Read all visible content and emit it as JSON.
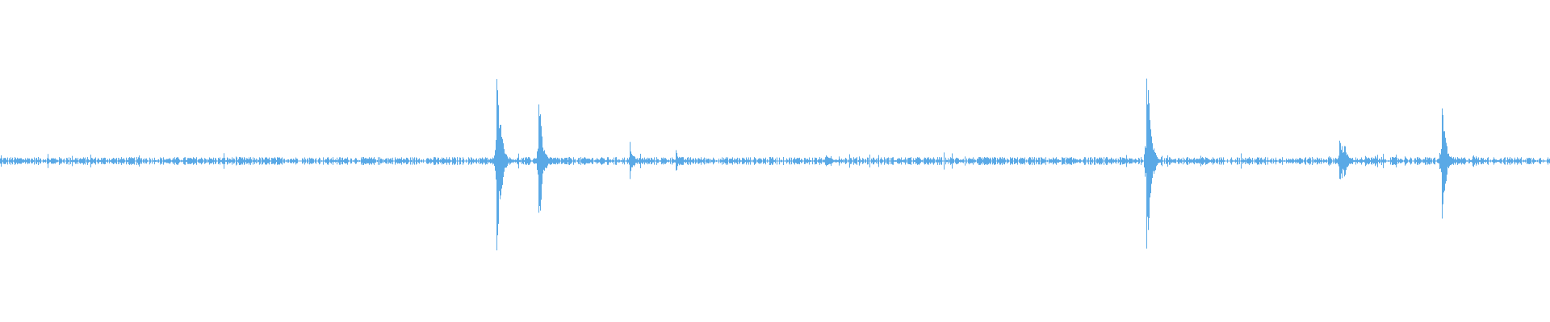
{
  "waveform": {
    "color": "#5aa9e6",
    "background": "#ffffff",
    "noise_amplitude": 0.025,
    "spikes": [
      {
        "position": 0.3205,
        "amplitude": 0.7
      },
      {
        "position": 0.3225,
        "amplitude": 0.3
      },
      {
        "position": 0.3475,
        "amplitude": 0.48
      },
      {
        "position": 0.348,
        "amplitude": 0.2
      },
      {
        "position": 0.4065,
        "amplitude": 0.12
      },
      {
        "position": 0.436,
        "amplitude": 0.07
      },
      {
        "position": 0.533,
        "amplitude": 0.06
      },
      {
        "position": 0.7395,
        "amplitude": 0.78
      },
      {
        "position": 0.74,
        "amplitude": 0.35
      },
      {
        "position": 0.864,
        "amplitude": 0.2
      },
      {
        "position": 0.867,
        "amplitude": 0.12
      },
      {
        "position": 0.93,
        "amplitude": 0.45
      },
      {
        "position": 0.9305,
        "amplitude": 0.18
      },
      {
        "position": 0.95,
        "amplitude": 0.05
      }
    ]
  }
}
